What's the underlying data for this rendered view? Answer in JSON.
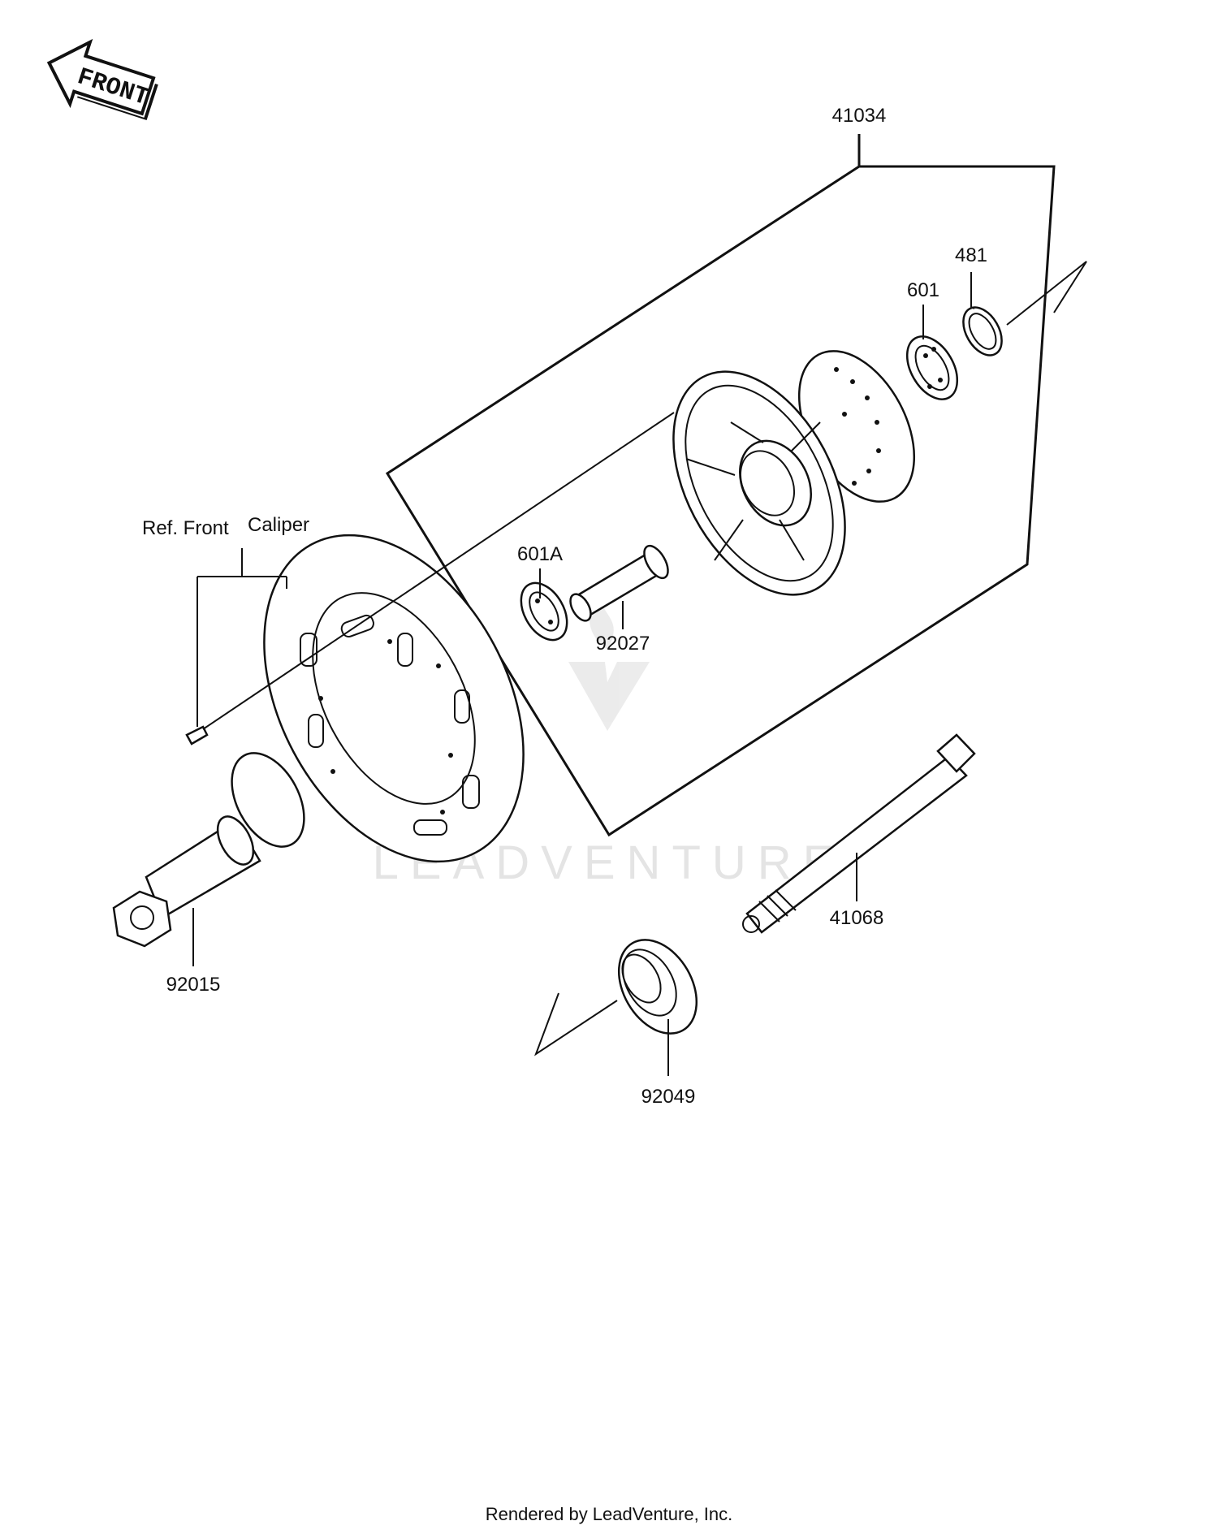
{
  "front_arrow": {
    "label": "FRONT",
    "icon": "front-direction-arrow-icon"
  },
  "reference_note": {
    "line1": "Ref. Front",
    "line2": "Caliper"
  },
  "parts": [
    {
      "id": "hub_assembly",
      "number": "41034"
    },
    {
      "id": "circlip",
      "number": "481"
    },
    {
      "id": "bearing_right",
      "number": "601"
    },
    {
      "id": "bearing_left",
      "number": "601A"
    },
    {
      "id": "spacer",
      "number": "92027"
    },
    {
      "id": "axle",
      "number": "41068"
    },
    {
      "id": "collar_nut",
      "number": "92015"
    },
    {
      "id": "oil_seal",
      "number": "92049"
    }
  ],
  "watermark": {
    "text": "LEADVENTURE",
    "icon": "leadventure-logo-icon"
  },
  "footer": {
    "text": "Rendered by LeadVenture, Inc."
  },
  "colors": {
    "line": "#111111",
    "background": "#ffffff",
    "watermark": "#e4e4e4"
  }
}
